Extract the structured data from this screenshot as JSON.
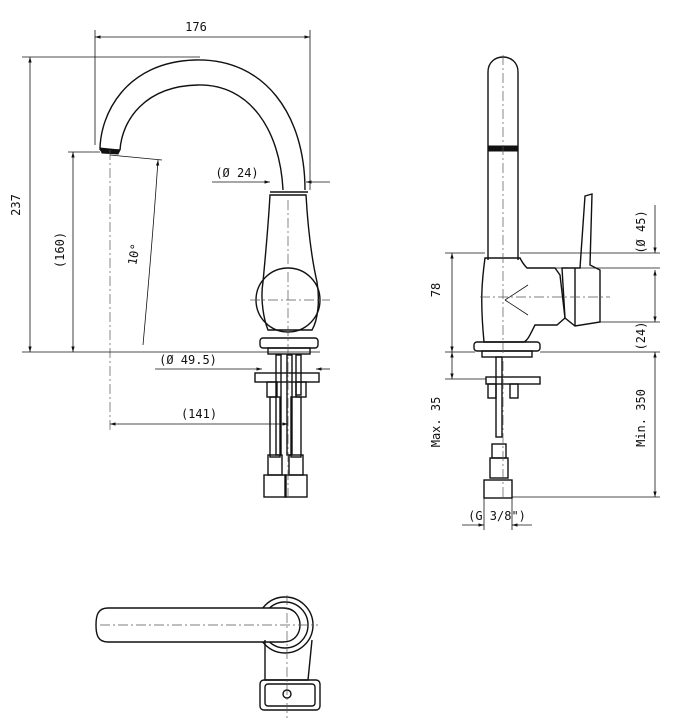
{
  "dimensions": {
    "width_total": "176",
    "height_total": "237",
    "spout_height": "(160)",
    "angle": "10°",
    "spout_dia": "(Ø 24)",
    "base_dia": "(Ø 49.5)",
    "reach": "(141)",
    "body_dia": "(Ø 45)",
    "side_height": "78",
    "side_24": "(24)",
    "max_35": "Max. 35",
    "min_350": "Min. 350",
    "thread": "(G 3/8\")"
  }
}
